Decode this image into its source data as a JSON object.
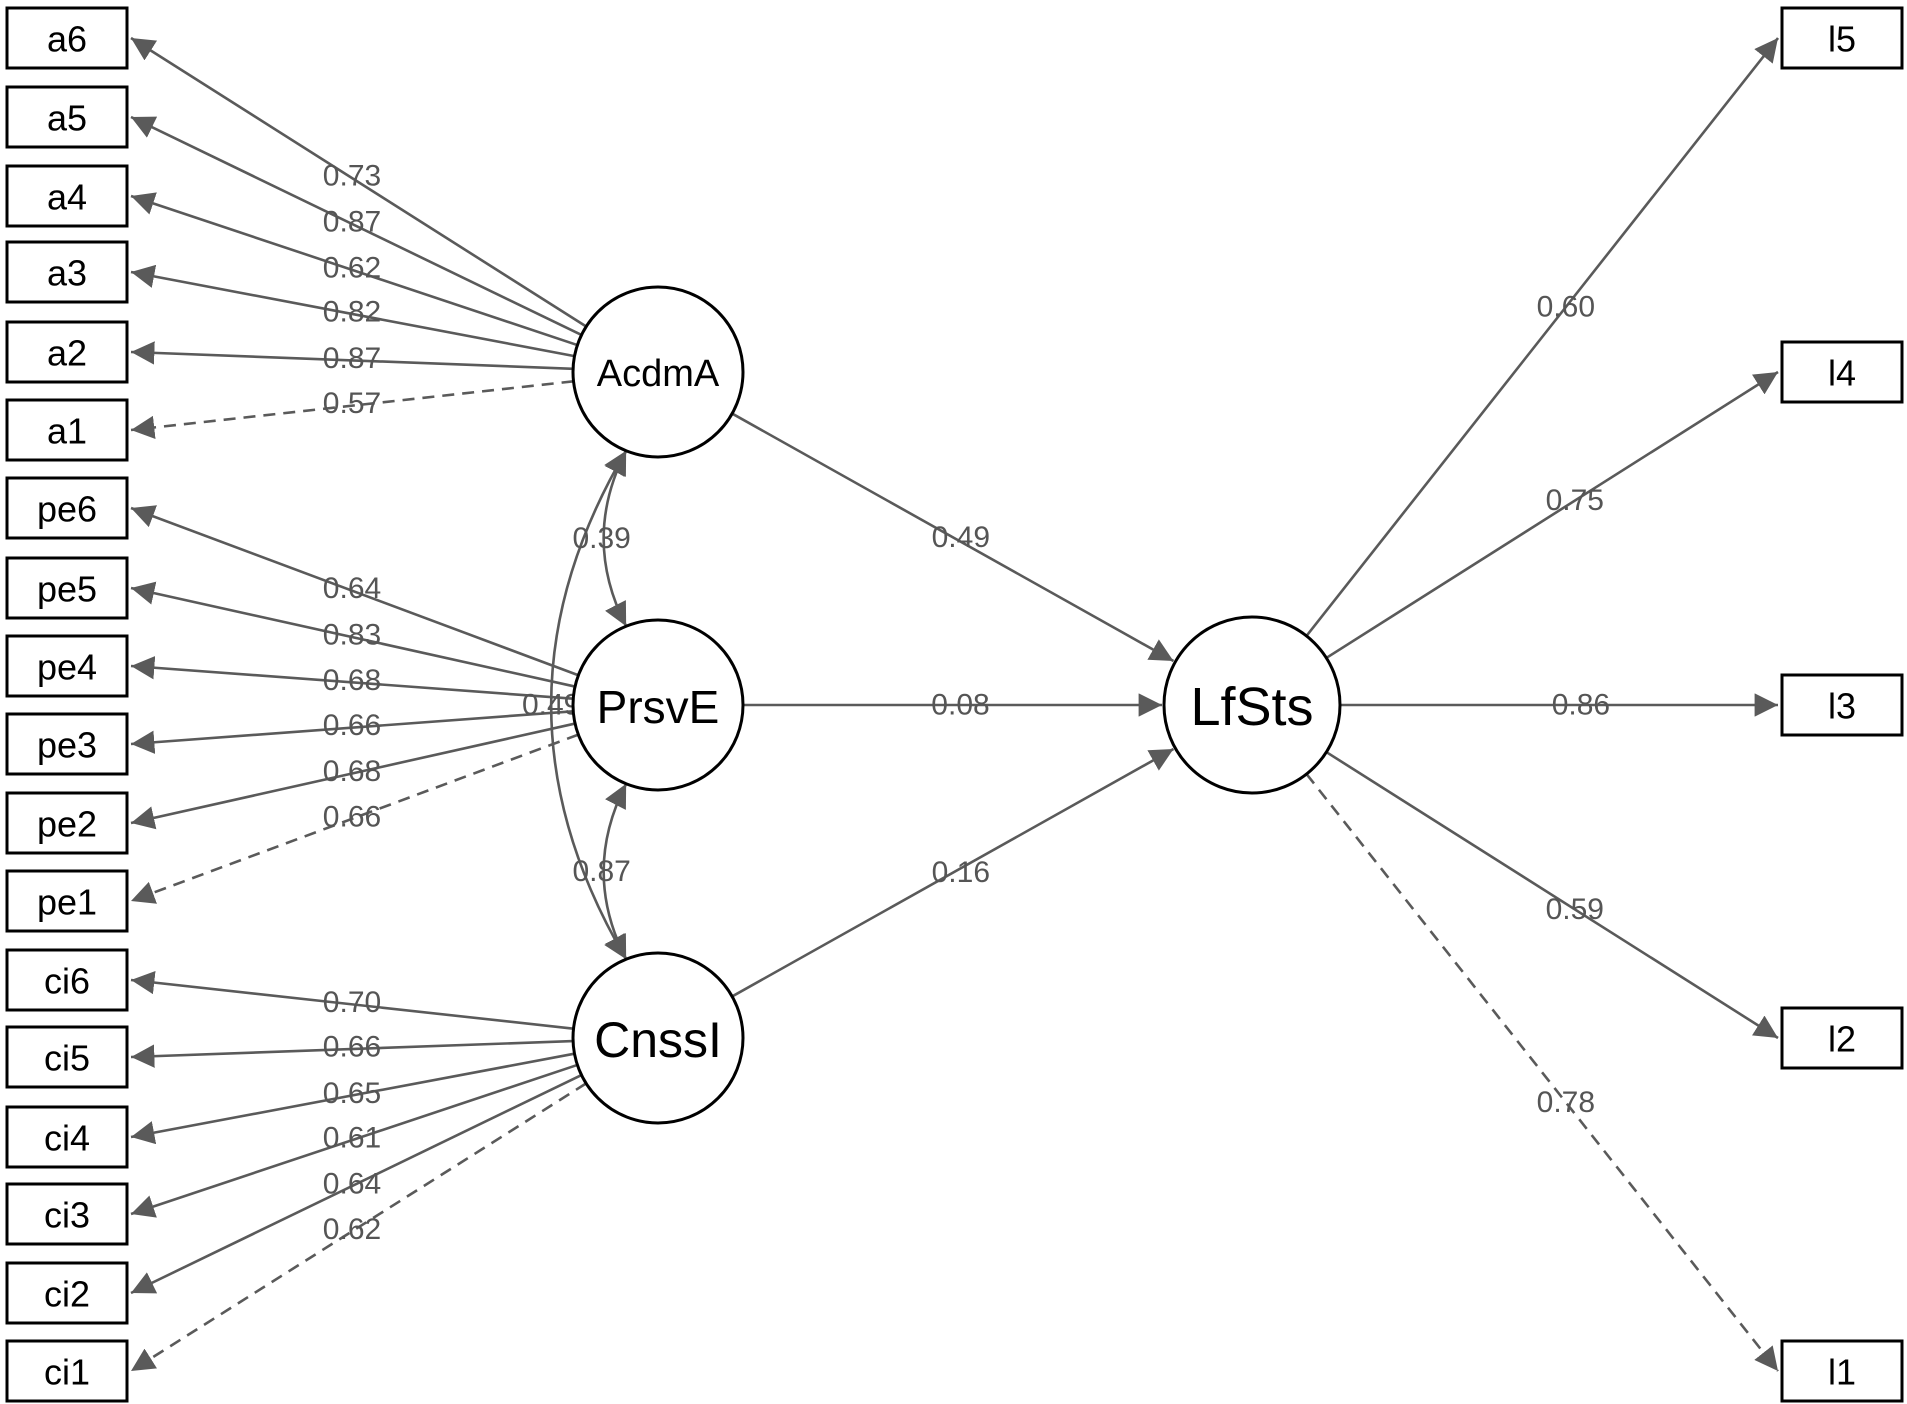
{
  "colors": {
    "edge": "#5a5a5a",
    "edge_label": "#555555",
    "node_stroke": "#000000",
    "background": "#ffffff"
  },
  "latents": [
    {
      "id": "AcdmA",
      "label": "AcdmA"
    },
    {
      "id": "PrsvE",
      "label": "PrsvE"
    },
    {
      "id": "CnssI",
      "label": "CnssI"
    },
    {
      "id": "LfSts",
      "label": "LfSts"
    }
  ],
  "indicators": [
    {
      "id": "a6",
      "label": "a6"
    },
    {
      "id": "a5",
      "label": "a5"
    },
    {
      "id": "a4",
      "label": "a4"
    },
    {
      "id": "a3",
      "label": "a3"
    },
    {
      "id": "a2",
      "label": "a2"
    },
    {
      "id": "a1",
      "label": "a1"
    },
    {
      "id": "pe6",
      "label": "pe6"
    },
    {
      "id": "pe5",
      "label": "pe5"
    },
    {
      "id": "pe4",
      "label": "pe4"
    },
    {
      "id": "pe3",
      "label": "pe3"
    },
    {
      "id": "pe2",
      "label": "pe2"
    },
    {
      "id": "pe1",
      "label": "pe1"
    },
    {
      "id": "ci6",
      "label": "ci6"
    },
    {
      "id": "ci5",
      "label": "ci5"
    },
    {
      "id": "ci4",
      "label": "ci4"
    },
    {
      "id": "ci3",
      "label": "ci3"
    },
    {
      "id": "ci2",
      "label": "ci2"
    },
    {
      "id": "ci1",
      "label": "ci1"
    },
    {
      "id": "l5",
      "label": "l5"
    },
    {
      "id": "l4",
      "label": "l4"
    },
    {
      "id": "l3",
      "label": "l3"
    },
    {
      "id": "l2",
      "label": "l2"
    },
    {
      "id": "l1",
      "label": "l1"
    }
  ],
  "loadings": [
    {
      "from": "AcdmA",
      "to": "a6",
      "value": "0.73",
      "dashed": false
    },
    {
      "from": "AcdmA",
      "to": "a5",
      "value": "0.87",
      "dashed": false
    },
    {
      "from": "AcdmA",
      "to": "a4",
      "value": "0.62",
      "dashed": false
    },
    {
      "from": "AcdmA",
      "to": "a3",
      "value": "0.82",
      "dashed": false
    },
    {
      "from": "AcdmA",
      "to": "a2",
      "value": "0.87",
      "dashed": false
    },
    {
      "from": "AcdmA",
      "to": "a1",
      "value": "0.57",
      "dashed": true
    },
    {
      "from": "PrsvE",
      "to": "pe6",
      "value": "0.64",
      "dashed": false
    },
    {
      "from": "PrsvE",
      "to": "pe5",
      "value": "0.83",
      "dashed": false
    },
    {
      "from": "PrsvE",
      "to": "pe4",
      "value": "0.68",
      "dashed": false
    },
    {
      "from": "PrsvE",
      "to": "pe3",
      "value": "0.66",
      "dashed": false
    },
    {
      "from": "PrsvE",
      "to": "pe2",
      "value": "0.68",
      "dashed": false
    },
    {
      "from": "PrsvE",
      "to": "pe1",
      "value": "0.66",
      "dashed": true
    },
    {
      "from": "CnssI",
      "to": "ci6",
      "value": "0.70",
      "dashed": false
    },
    {
      "from": "CnssI",
      "to": "ci5",
      "value": "0.66",
      "dashed": false
    },
    {
      "from": "CnssI",
      "to": "ci4",
      "value": "0.65",
      "dashed": false
    },
    {
      "from": "CnssI",
      "to": "ci3",
      "value": "0.61",
      "dashed": false
    },
    {
      "from": "CnssI",
      "to": "ci2",
      "value": "0.64",
      "dashed": false
    },
    {
      "from": "CnssI",
      "to": "ci1",
      "value": "0.62",
      "dashed": true
    },
    {
      "from": "LfSts",
      "to": "l5",
      "value": "0.60",
      "dashed": false
    },
    {
      "from": "LfSts",
      "to": "l4",
      "value": "0.75",
      "dashed": false
    },
    {
      "from": "LfSts",
      "to": "l3",
      "value": "0.86",
      "dashed": false
    },
    {
      "from": "LfSts",
      "to": "l2",
      "value": "0.59",
      "dashed": false
    },
    {
      "from": "LfSts",
      "to": "l1",
      "value": "0.78",
      "dashed": true
    }
  ],
  "regressions": [
    {
      "from": "AcdmA",
      "to": "LfSts",
      "value": "0.49"
    },
    {
      "from": "PrsvE",
      "to": "LfSts",
      "value": "0.08"
    },
    {
      "from": "CnssI",
      "to": "LfSts",
      "value": "0.16"
    }
  ],
  "covariances": [
    {
      "a": "AcdmA",
      "b": "PrsvE",
      "value": "0.39"
    },
    {
      "a": "PrsvE",
      "b": "CnssI",
      "value": "0.87"
    },
    {
      "a": "AcdmA",
      "b": "CnssI",
      "value": "0.49"
    }
  ]
}
